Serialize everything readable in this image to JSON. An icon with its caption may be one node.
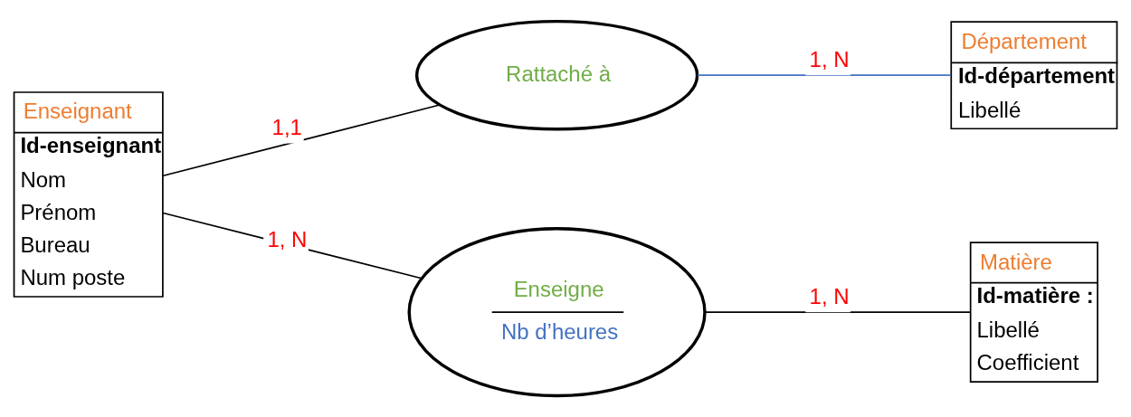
{
  "diagram": {
    "nodes": [
      {
        "text": [
          "Enseignant",
          "Id-enseignant",
          "Nom",
          "Prénom",
          "Bureau",
          "Num poste"
        ]
      },
      {
        "text": [
          "Rattaché à"
        ]
      },
      {
        "text": [
          "Département",
          "Id-département",
          "Libellé"
        ]
      },
      {
        "text": [
          "Enseigne",
          "Nb d’heures"
        ]
      },
      {
        "text": [
          "Matière",
          "Id-matière :",
          "Libellé",
          "Coefficient"
        ]
      }
    ],
    "edges": [
      {
        "from": 0,
        "to": 1,
        "arrow": "none",
        "label": "1,1"
      },
      {
        "from": 1,
        "to": 2,
        "arrow": "none",
        "label": "1, N",
        "color": "#4472c4"
      },
      {
        "from": 0,
        "to": 3,
        "arrow": "none",
        "label": "1, N"
      },
      {
        "from": 3,
        "to": 4,
        "arrow": "none",
        "label": "1, N"
      }
    ]
  }
}
